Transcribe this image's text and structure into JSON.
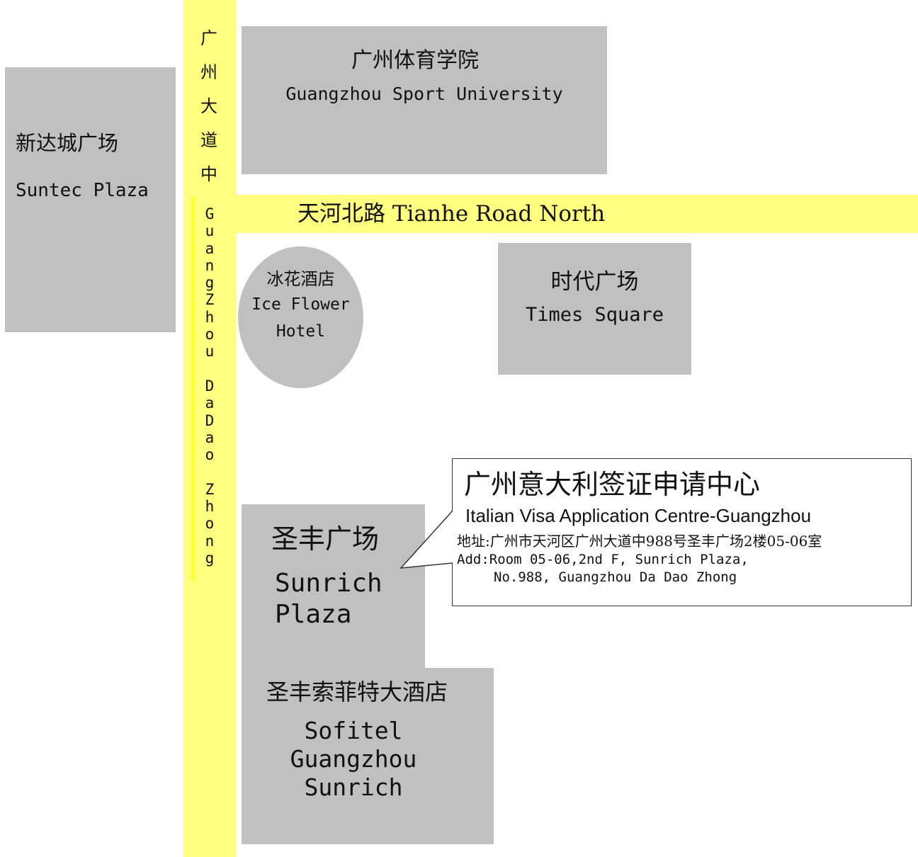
{
  "roads": {
    "guangzhou_dadao": {
      "name_cn_chars": [
        "广",
        "州",
        "大",
        "道",
        "中"
      ],
      "name_en_chars": [
        "G",
        "u",
        "a",
        "n",
        "g",
        "Z",
        "h",
        "o",
        "u",
        " ",
        "D",
        "a",
        "D",
        "a",
        "o",
        " ",
        "Z",
        "h",
        "o",
        "n",
        "g"
      ]
    },
    "tianhe_north": {
      "name": "天河北路 Tianhe Road North"
    }
  },
  "places": {
    "suntec": {
      "name_cn": "新达城广场",
      "name_en": "Suntec Plaza"
    },
    "sport_univ": {
      "name_cn": "广州体育学院",
      "name_en": "Guangzhou Sport University"
    },
    "ice_flower": {
      "name_cn": "冰花酒店",
      "name_en_line1": "Ice Flower",
      "name_en_line2": "Hotel"
    },
    "times_square": {
      "name_cn": "时代广场",
      "name_en": "Times Square"
    },
    "sunrich": {
      "name_cn": "圣丰广场",
      "name_en_line1": "Sunrich",
      "name_en_line2": "Plaza"
    },
    "sofitel": {
      "name_cn": "圣丰索菲特大酒店",
      "name_en_line1": "Sofitel",
      "name_en_line2": "Guangzhou",
      "name_en_line3": "Sunrich"
    }
  },
  "callout": {
    "title_cn": "广州意大利签证申请中心",
    "title_en": "Italian Visa Application Centre-Guangzhou",
    "address_cn": "地址:广州市天河区广州大道中988号圣丰广场2楼05-06室",
    "address_en_line1": "Add:Room 05-06,2nd F, Sunrich Plaza,",
    "address_en_line2": "No.988, Guangzhou Da Dao Zhong"
  },
  "colors": {
    "road": "#ffff80",
    "road_edge": "#ffff3a",
    "building": "#c0c0c0",
    "text": "#111111"
  }
}
